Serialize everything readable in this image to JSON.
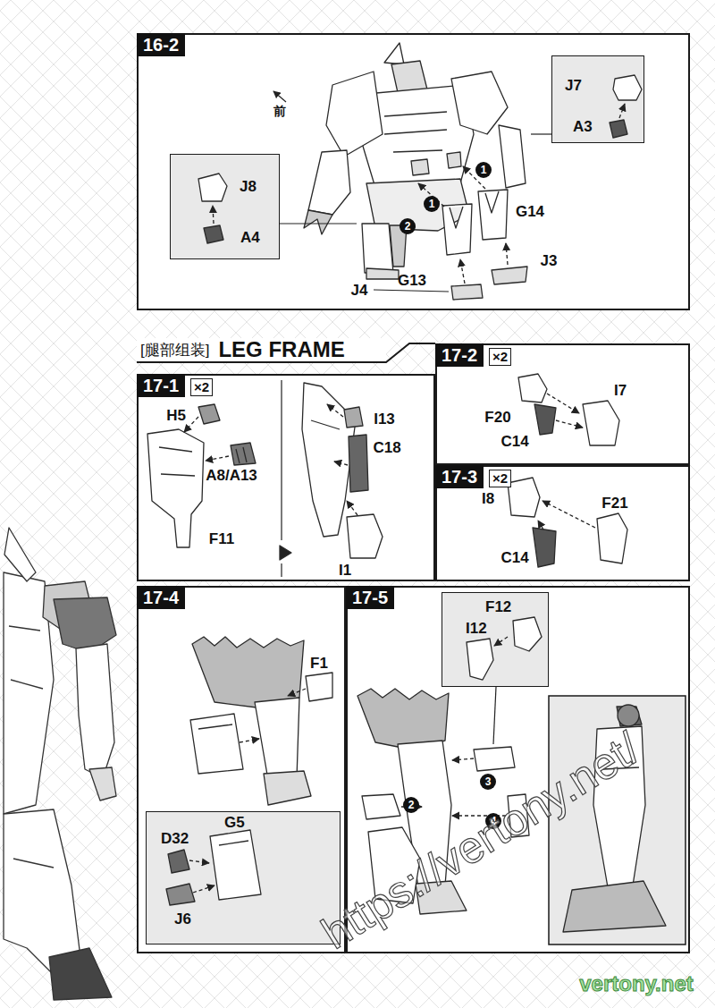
{
  "diagram": {
    "nodes": [
      {
        "text": [
          "16-2"
        ]
      },
      {
        "text": [
          "J7",
          "A3"
        ],
        "in": 0
      },
      {
        "text": [
          "J8",
          "A4"
        ],
        "in": 0
      },
      {
        "text": [
          "[腿部组装]",
          "LEG FRAME"
        ]
      },
      {
        "text": [
          "17-1",
          "×2"
        ],
        "in": 3
      },
      {
        "text": [
          "17-2",
          "×2"
        ],
        "in": 3
      },
      {
        "text": [
          "17-3",
          "×2"
        ],
        "in": 3
      },
      {
        "text": [
          "17-4"
        ],
        "in": 3
      },
      {
        "text": [
          "D32",
          "G5",
          "J6"
        ],
        "in": 7
      },
      {
        "text": [
          "17-5"
        ],
        "in": 3
      },
      {
        "text": [
          "F12",
          "I12"
        ],
        "in": 9
      }
    ],
    "labels": [
      "前",
      "G14",
      "G13",
      "J3",
      "J4",
      "1",
      "2",
      "1",
      "H5",
      "A8/A13",
      "F11",
      "I13",
      "C18",
      "I1",
      "F20",
      "C14",
      "I7",
      "I8",
      "F21",
      "C14",
      "F1",
      "2",
      "3",
      "4",
      "https://vertony.net/",
      "vertony.net"
    ]
  }
}
